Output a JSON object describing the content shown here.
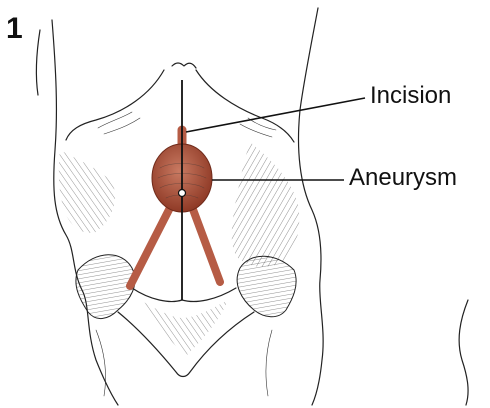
{
  "figure": {
    "number": "1",
    "labels": {
      "incision": "Incision",
      "aneurysm": "Aneurysm"
    },
    "colors": {
      "artery": "#b65c45",
      "aneurysm": "#a54a33",
      "ink": "#222222"
    }
  }
}
